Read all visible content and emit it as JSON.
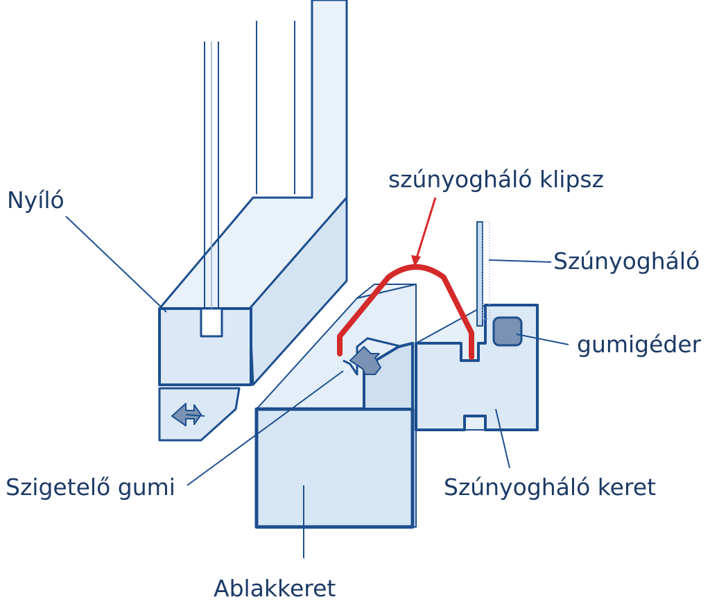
{
  "labels": {
    "nyilo": "Nyíló",
    "klipsz": "szúnyogháló klipsz",
    "szunyoghalo": "Szúnyogháló",
    "gumigeder": "gumigéder",
    "szigetelo": "Szigetelő gumi",
    "keret": "Szúnyogháló keret",
    "ablakkeret": "Ablakkeret"
  },
  "colors": {
    "outline": "#1d4f8f",
    "fill": "#dde9f5",
    "clip": "#d42a2a",
    "text": "#1b3a66",
    "gasket": "#6d86a6"
  }
}
